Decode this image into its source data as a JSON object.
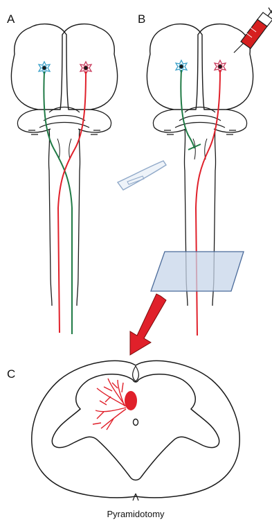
{
  "panels": {
    "a": {
      "label": "A"
    },
    "b": {
      "label": "B"
    },
    "c": {
      "label": "C"
    }
  },
  "caption": "Pyramidotomy",
  "colors": {
    "outline": "#1a1a1a",
    "left_tract": "#1f7a45",
    "right_tract": "#e0202a",
    "neuron_fill": "#ffffff",
    "neuron_ring_green": "#3aa0c8",
    "neuron_ring_red": "#c8385a",
    "scalpel": "#8fa8c8",
    "section_plane": "#c7d6ea",
    "section_plane_stroke": "#4a6a9a",
    "arrow": "#e0202a",
    "syringe_body": "#d62020"
  },
  "icons": [
    "neuron-icon",
    "scalpel-icon",
    "syringe-icon",
    "arrow-icon",
    "section-plane-icon"
  ]
}
